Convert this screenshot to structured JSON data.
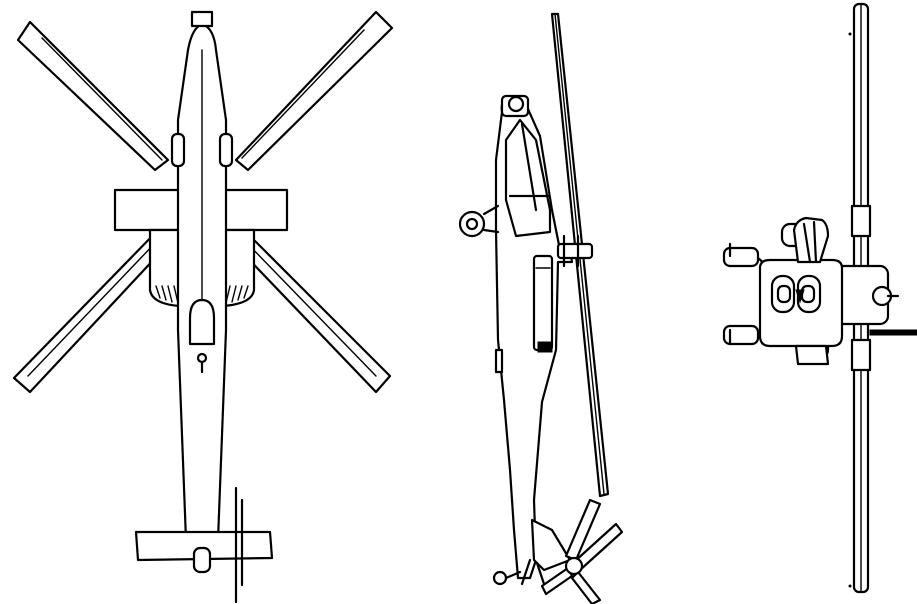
{
  "figure": {
    "views": [
      {
        "id": "top-view",
        "icon": "helicopter-top-view-icon"
      },
      {
        "id": "side-view",
        "icon": "helicopter-side-view-icon"
      },
      {
        "id": "front-view",
        "icon": "helicopter-front-view-icon"
      }
    ],
    "colors": {
      "line": "#000000",
      "background": "#ffffff"
    }
  }
}
